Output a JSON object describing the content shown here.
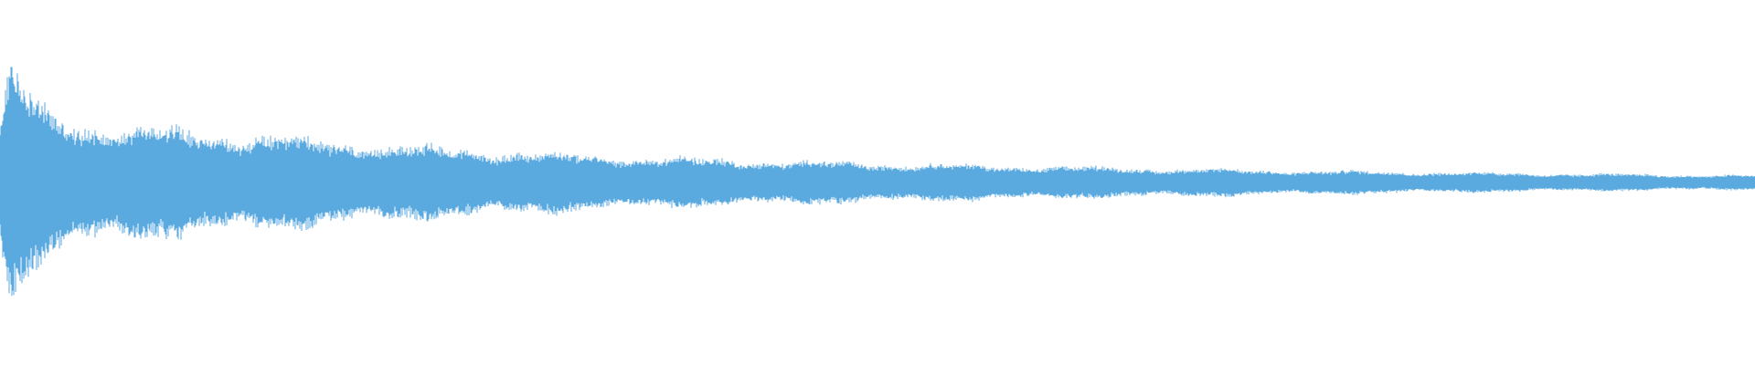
{
  "waveform": {
    "color": "#5aaae0",
    "background": "#ffffff",
    "amplitude_envelope": {
      "peak_fraction": 0.95,
      "early_fraction": 0.53,
      "mid_fraction": 0.21,
      "end_fraction": 0.06
    },
    "oscillation_cycles_visible": 420
  }
}
